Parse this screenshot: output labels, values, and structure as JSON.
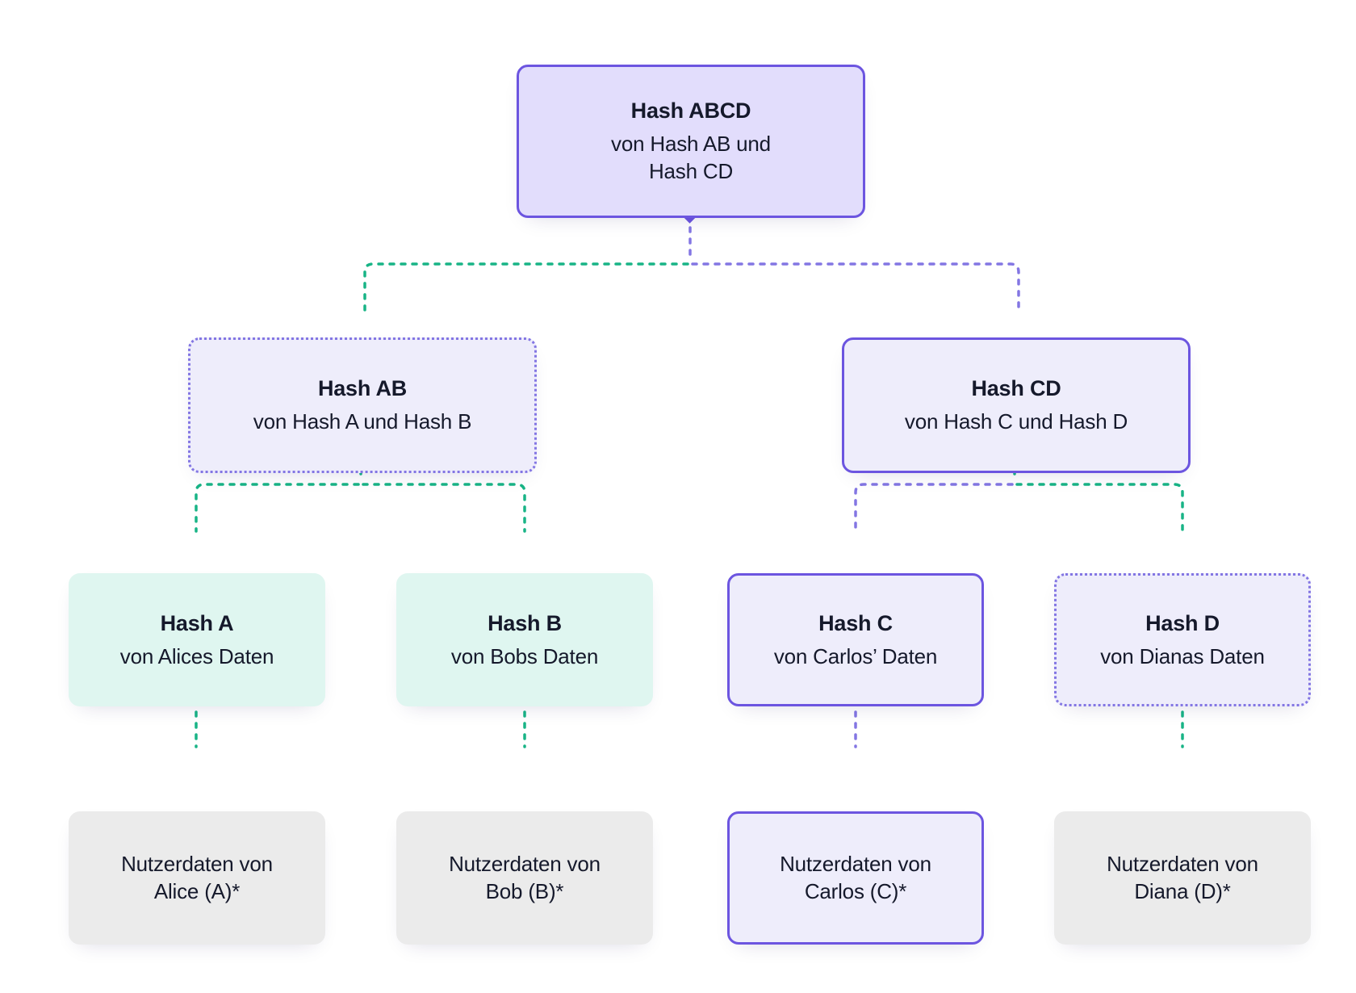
{
  "diagram": {
    "type": "merkle-tree",
    "language": "de",
    "background": "#ffffff",
    "colors": {
      "violet_border": "#6c55e0",
      "violet_dotted": "#8376e3",
      "violet_fill_strong": "#e2ddfc",
      "violet_fill_soft": "#eeedfb",
      "mint_fill": "#dff6f0",
      "grey_fill": "#ebebeb",
      "green_line": "#18b486",
      "text": "#15192b"
    }
  },
  "nodes": {
    "root": {
      "id": "hash-abcd",
      "title": "Hash ABCD",
      "sub_line1": "von Hash AB und",
      "sub_line2": "Hash CD",
      "fill": "violet-strong",
      "border": "solid"
    },
    "branch_ab": {
      "id": "hash-ab",
      "title": "Hash AB",
      "sub_line1": "von Hash A und Hash B",
      "sub_line2": "",
      "fill": "violet-soft",
      "border": "dotted"
    },
    "branch_cd": {
      "id": "hash-cd",
      "title": "Hash CD",
      "sub_line1": "von Hash C und Hash D",
      "sub_line2": "",
      "fill": "violet-soft",
      "border": "solid"
    },
    "leaf_a": {
      "id": "hash-a",
      "title": "Hash A",
      "sub_line1": "von Alices Daten",
      "sub_line2": "",
      "fill": "mint",
      "border": "none"
    },
    "leaf_b": {
      "id": "hash-b",
      "title": "Hash B",
      "sub_line1": "von Bobs Daten",
      "sub_line2": "",
      "fill": "mint",
      "border": "none"
    },
    "leaf_c": {
      "id": "hash-c",
      "title": "Hash C",
      "sub_line1": "von Carlos’ Daten",
      "sub_line2": "",
      "fill": "violet-soft",
      "border": "solid"
    },
    "leaf_d": {
      "id": "hash-d",
      "title": "Hash D",
      "sub_line1": "von Dianas Daten",
      "sub_line2": "",
      "fill": "violet-soft",
      "border": "dotted"
    },
    "data_a": {
      "id": "data-alice",
      "title": "",
      "sub_line1": "Nutzerdaten von",
      "sub_line2": "Alice (A)*",
      "fill": "grey",
      "border": "none"
    },
    "data_b": {
      "id": "data-bob",
      "title": "",
      "sub_line1": "Nutzerdaten von",
      "sub_line2": "Bob (B)*",
      "fill": "grey",
      "border": "none"
    },
    "data_c": {
      "id": "data-carlos",
      "title": "",
      "sub_line1": "Nutzerdaten von",
      "sub_line2": "Carlos (C)*",
      "fill": "violet-soft",
      "border": "solid"
    },
    "data_d": {
      "id": "data-diana",
      "title": "",
      "sub_line1": "Nutzerdaten von",
      "sub_line2": "Diana (D)*",
      "fill": "grey",
      "border": "none"
    }
  },
  "connectors": [
    {
      "name": "root-to-ab",
      "style": "dotted",
      "color": "#18b486",
      "marker": "diamond-violet"
    },
    {
      "name": "root-to-cd",
      "style": "dotted",
      "color": "#8376e3",
      "marker": "diamond-violet"
    },
    {
      "name": "ab-to-a",
      "style": "dotted",
      "color": "#18b486",
      "marker": "diamond-green"
    },
    {
      "name": "ab-to-b",
      "style": "dotted",
      "color": "#18b486",
      "marker": "diamond-green"
    },
    {
      "name": "cd-to-c",
      "style": "dotted",
      "color": "#8376e3",
      "marker": "diamond-green"
    },
    {
      "name": "cd-to-d",
      "style": "dotted",
      "color": "#18b486",
      "marker": "diamond-green"
    },
    {
      "name": "a-to-data-alice",
      "style": "dotted",
      "color": "#18b486",
      "marker": "diamond-green"
    },
    {
      "name": "b-to-data-bob",
      "style": "dotted",
      "color": "#18b486",
      "marker": "diamond-green"
    },
    {
      "name": "c-to-data-carlos",
      "style": "dotted",
      "color": "#8376e3",
      "marker": "diamond-violet"
    },
    {
      "name": "d-to-data-diana",
      "style": "dotted",
      "color": "#18b486",
      "marker": "diamond-green"
    }
  ]
}
